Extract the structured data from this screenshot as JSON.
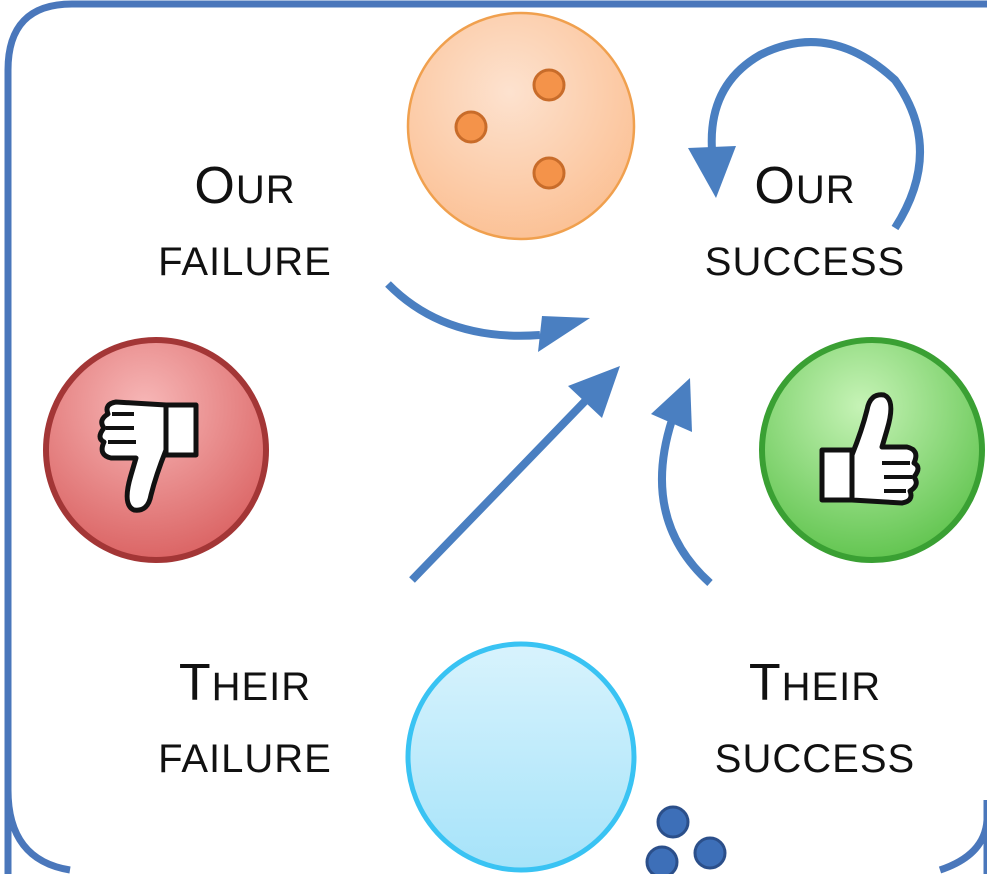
{
  "labels": {
    "our_failure": {
      "cap": "O",
      "rest": "UR",
      "line2": "FAILURE"
    },
    "our_success": {
      "cap": "O",
      "rest": "UR",
      "line2": "SUCCESS"
    },
    "their_failure": {
      "cap": "T",
      "rest": "HEIR",
      "line2": "FAILURE"
    },
    "their_success": {
      "cap": "T",
      "rest": "HEIR",
      "line2": "SUCCESS"
    }
  },
  "colors": {
    "frame": "#4a77bb",
    "arrow": "#4a7fc1",
    "orange_fill": "#fbc7a1",
    "orange_stroke": "#f0a04e",
    "orange_dot": "#f4934a",
    "red_fill": "#e47c7c",
    "red_stroke": "#a33636",
    "green_fill": "#7dd16c",
    "green_stroke": "#3aa033",
    "blue_fill": "#bfeafb",
    "blue_stroke": "#39c3f3",
    "blue_dot": "#3d6fb8"
  },
  "icons": {
    "orange_circle": "orange-team-circle-icon",
    "blue_circle": "blue-team-circle-icon",
    "thumbs_down": "thumbs-down-icon",
    "thumbs_up": "thumbs-up-icon"
  }
}
